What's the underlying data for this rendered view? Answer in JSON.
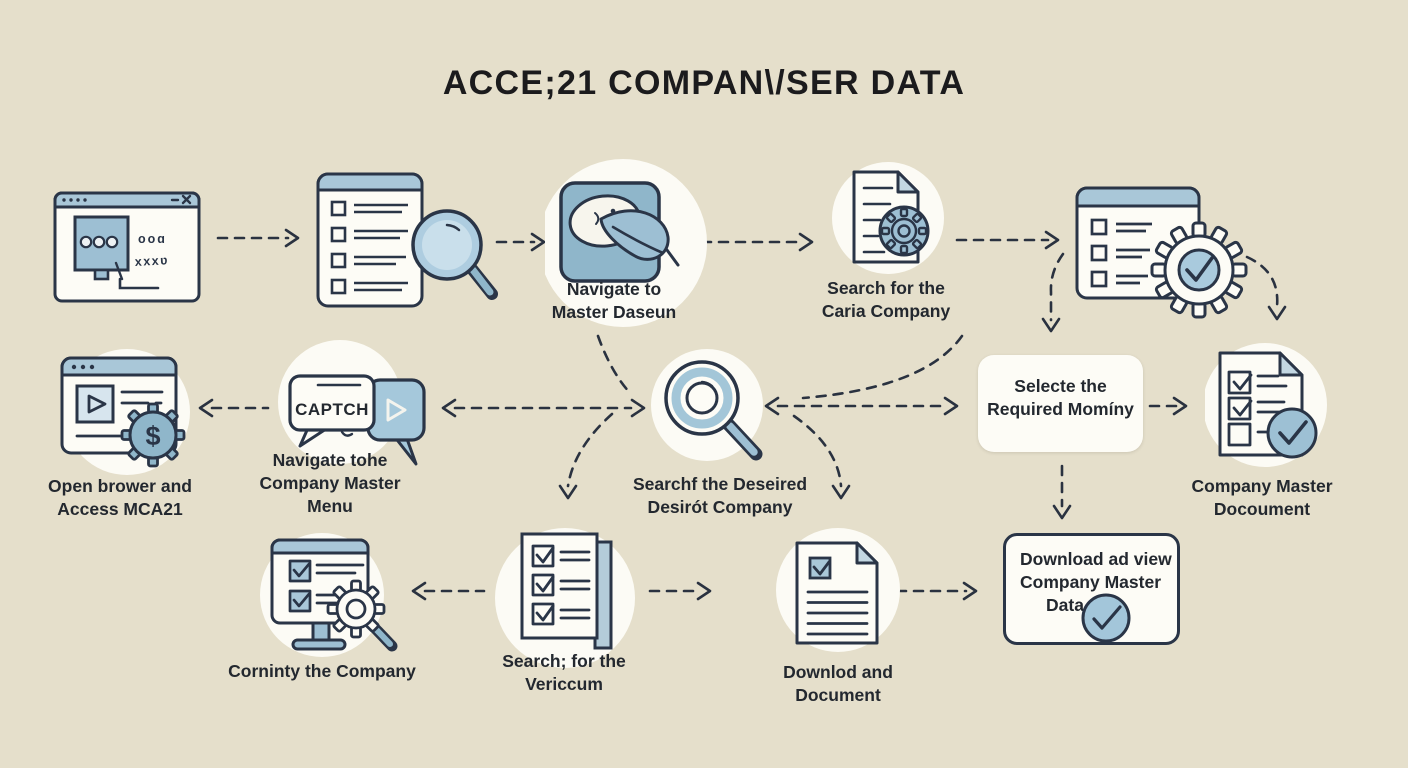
{
  "title": "ACCE;21 COMPAN\\/SER DATA",
  "colors": {
    "background": "#e5dfcb",
    "ink": "#2a3547",
    "arrow": "#2a3240",
    "text": "#23282f",
    "blue_header": "#a9c7d8",
    "blue_mid": "#9dbfd3",
    "blue_deep": "#8fb6ca",
    "blue_pale": "#c3d7e2",
    "white": "#fdfcf6"
  },
  "steps": {
    "browser_start": {
      "icon": "browser-window-monitor-icon",
      "garble_line1": "ooɑ",
      "garble_line2": "xxxʋ"
    },
    "checklist_search": {
      "icon": "checklist-magnifier-icon"
    },
    "navigate_master": {
      "icon": "quill-app-icon",
      "label": [
        "Navigate to",
        "Master Daseun"
      ]
    },
    "search_caria": {
      "icon": "document-gear-icon",
      "label": [
        "Search for the",
        "Caria Company"
      ]
    },
    "settings_confirm": {
      "icon": "window-gear-check-icon"
    },
    "open_browser": {
      "icon": "browser-dollar-gear-icon",
      "dollar_glyph": "$",
      "label": [
        "Open brower and",
        "Access MCA21"
      ]
    },
    "captcha": {
      "icon": "captcha-speech-bubbles-icon",
      "badge": "CAPTCH",
      "label": [
        "Navigate tohe",
        "Company Master",
        "Menu"
      ]
    },
    "search_desired": {
      "icon": "magnifier-icon",
      "label": [
        "Searchf the Deseired",
        "Desirót Company"
      ]
    },
    "select_required": {
      "label": [
        "Selecte the",
        "Required Momíny"
      ]
    },
    "company_master_doc": {
      "icon": "checklist-document-check-icon",
      "label": [
        "Company Master",
        "Docoument"
      ]
    },
    "confirm_company": {
      "icon": "monitor-checklist-gear-icon",
      "label": [
        "Corninty the Company"
      ]
    },
    "search_vericcum": {
      "icon": "stacked-checklist-icon",
      "label": [
        "Search; for the",
        "Vericcum"
      ]
    },
    "download_document": {
      "icon": "document-check-icon",
      "label": [
        "Downlod and",
        "Document"
      ]
    },
    "download_view": {
      "icon": "check-circle-icon",
      "label": [
        "Download ad view",
        "Company Master",
        "Data"
      ]
    }
  }
}
